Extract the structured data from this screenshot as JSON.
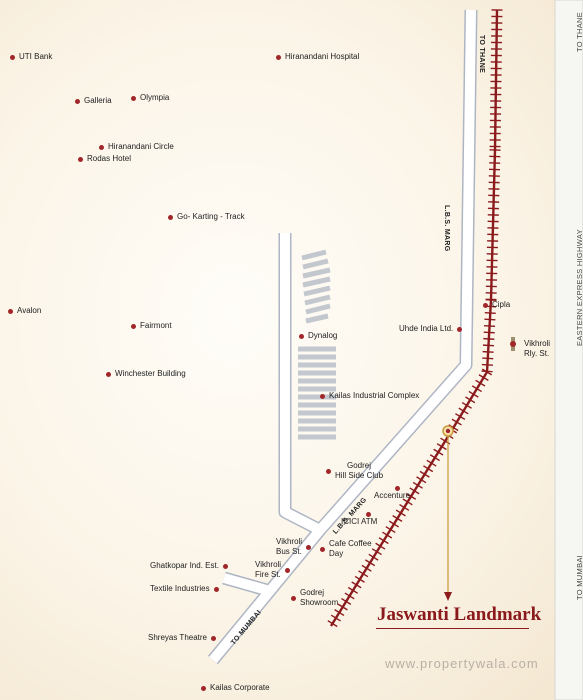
{
  "map": {
    "title": "Jaswanti Landmark",
    "watermark": "www.propertywala.com",
    "roads": {
      "lbs_marg_north": "L.B.S. MARG",
      "lbs_marg_south": "L.B.S. MARG",
      "to_thane_road": "TO THANE",
      "to_mumbai_road": "TO MUMBAI"
    },
    "highway": {
      "name": "EASTERN EXPRESS HIGHWAY",
      "to_thane": "TO THANE",
      "to_mumbai": "TO MUMBAI"
    },
    "pois": {
      "uti_bank": "UTI Bank",
      "hiranandani_hospital": "Hiranandani Hospital",
      "galleria": "Galleria",
      "olympia": "Olympia",
      "hiranandani_circle": "Hiranandani Circle",
      "rodas_hotel": "Rodas Hotel",
      "go_karting": "Go- Karting - Track",
      "avalon": "Avalon",
      "fairmont": "Fairmont",
      "dynalog": "Dynalog",
      "uhde_india": "Uhde India Ltd.",
      "cipla": "Cipla",
      "vikhroli_rly": "Vikhroli\nRly. St.",
      "winchester": "Winchester Building",
      "kailas_industrial": "Kailas Industrial Complex",
      "godrej_hill": "Godrej\nHill Side Club",
      "accenture": "Accenture",
      "icici_atm": "ICICI ATM",
      "vikhroli_bus": "Vikhroli\nBus St.",
      "cafe_coffee_day": "Cafe Coffee\nDay",
      "ghatkopar_ind": "Ghatkopar Ind. Est.",
      "vikhroli_fire": "Vikhroli\nFire St.",
      "textile": "Textile Industries",
      "godrej_showroom": "Godrej\nShowroom",
      "shreyas": "Shreyas Theatre",
      "kailas_corporate": "Kailas Corporate"
    }
  },
  "colors": {
    "railway": "#8b1a1c",
    "poi_dot": "#a1262a",
    "road_fill": "#ffffff",
    "road_edge": "#aeb6c4",
    "buildings": "#c3c7ce",
    "pointer": "#c99a3a"
  }
}
